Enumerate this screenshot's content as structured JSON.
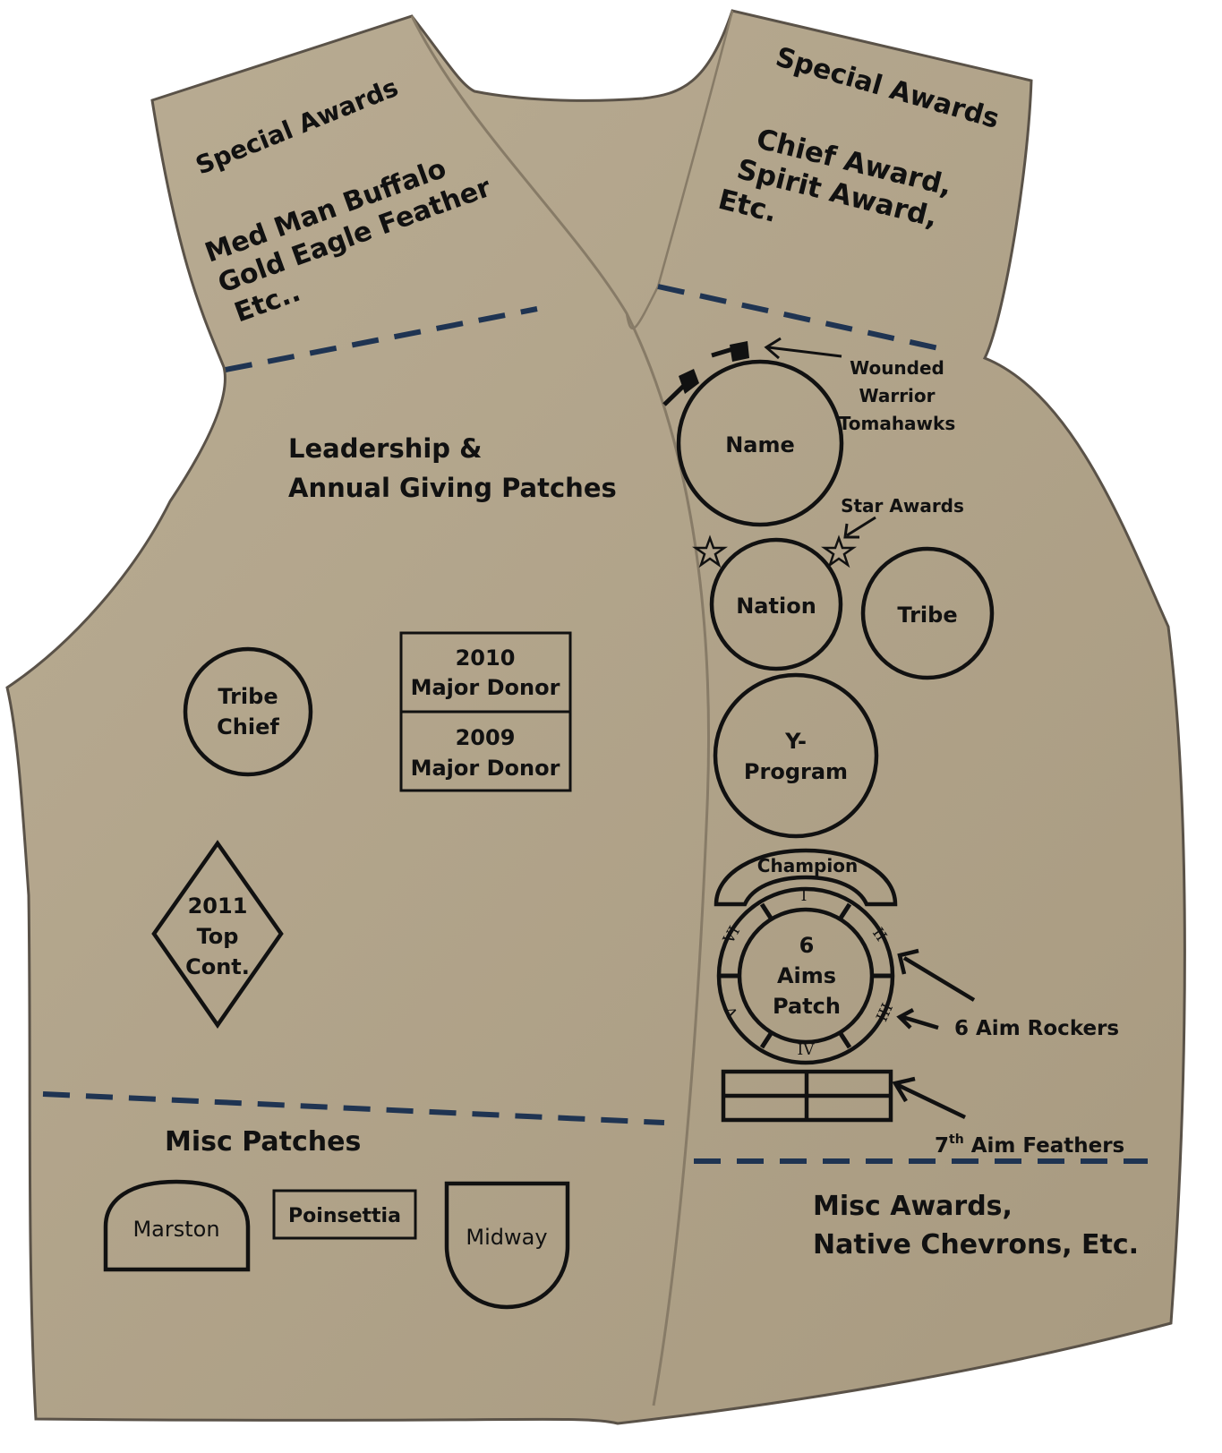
{
  "left_collar": {
    "title": "Special Awards",
    "line1": "Med Man Buffalo",
    "line2": "Gold Eagle Feather",
    "line3": "Etc.."
  },
  "right_collar": {
    "title": "Special Awards",
    "line1": "Chief Award,",
    "line2": "Spirit Award,",
    "line3": "Etc."
  },
  "left_panel": {
    "heading_line1": "Leadership &",
    "heading_line2": "Annual Giving Patches",
    "tribe_chief": [
      "Tribe",
      "Chief"
    ],
    "donor_2010": [
      "2010",
      "Major Donor"
    ],
    "donor_2009": [
      "2009",
      "Major Donor"
    ],
    "top_contributor": [
      "2011",
      "Top",
      "Cont."
    ]
  },
  "right_panel": {
    "tomahawks_label": [
      "Wounded",
      "Warrior",
      "Tomahawks"
    ],
    "name_patch": "Name",
    "star_awards_label": "Star Awards",
    "nation_patch": "Nation",
    "tribe_patch": "Tribe",
    "y_program": [
      "Y-",
      "Program"
    ],
    "champion": "Champion",
    "six_aims_patch": [
      "6",
      "Aims",
      "Patch"
    ],
    "rocker_numerals": [
      "I",
      "II",
      "III",
      "IV",
      "V",
      "VI"
    ],
    "six_aim_rockers_label": "6 Aim Rockers",
    "seventh_aim_feathers_label": {
      "prefix": "7",
      "superscript": "th",
      "rest": " Aim Feathers"
    }
  },
  "misc_patches": {
    "heading": "Misc Patches",
    "marston": "Marston",
    "poinsettia": "Poinsettia",
    "midway": "Midway"
  },
  "misc_awards": {
    "line1": "Misc Awards,",
    "line2": "Native Chevrons, Etc."
  },
  "colors": {
    "vest": "#b0a28a",
    "dashed_line": "#1f3452",
    "outline": "#111111"
  }
}
